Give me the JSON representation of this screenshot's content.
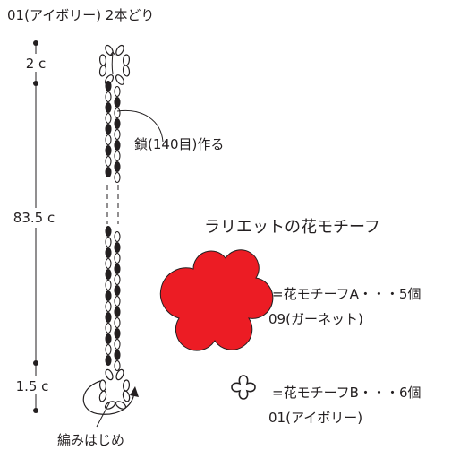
{
  "header": {
    "yarn_label": "01(アイボリー) 2本どり"
  },
  "measurements": {
    "top": "2 c",
    "middle": "83.5 c",
    "bottom": "1.5 c"
  },
  "chain_label": "鎖(140目)作る",
  "start_label": "編みはじめ",
  "motif": {
    "title": "ラリエットの花モチーフ",
    "a": {
      "label": "=花モチーフA・・・5個",
      "yarn": "09(ガーネット)",
      "color": "#ec1c24"
    },
    "b": {
      "label": "=花モチーフB・・・6個",
      "yarn": "01(アイボリー)",
      "color": "#ffffff"
    }
  },
  "colors": {
    "ink": "#231f20",
    "accent": "#ec1c24"
  }
}
